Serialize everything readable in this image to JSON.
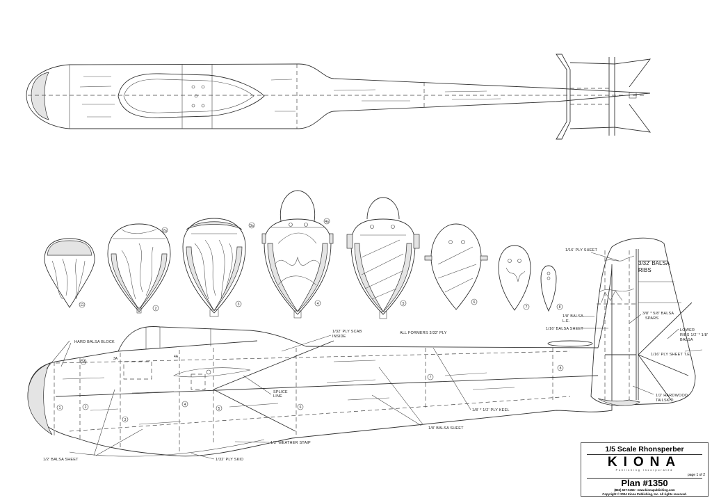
{
  "title_block": {
    "title": "1/5 Scale Rhonsperber",
    "logo": "KIONA",
    "logo_subtitle": "Publishing Incorporated",
    "page": "page 1 of 2",
    "plan": "Plan #1350",
    "contact": "(866) 627-0456 • www.kionapublishing.com",
    "copyright": "Copyright © 2004 Kiona Publishing, Inc. All rights reserved."
  },
  "formers": {
    "note": "ALL FORMERS 3/32' PLY",
    "labels": [
      "11",
      "2",
      "3",
      "4",
      "5",
      "6",
      "7",
      "8"
    ],
    "sub_labels": [
      "2a",
      "3a",
      "4a"
    ]
  },
  "side_view": {
    "station_labels": [
      "1",
      "2",
      "2A",
      "3",
      "3A",
      "4",
      "4A",
      "5",
      "6",
      "7",
      "8"
    ],
    "callouts": {
      "hard_balsa_block": "HARD BALSA  BLOCK",
      "ply_scab": "1/32' PLY SCAB",
      "ply_scab_2": "INSIDE",
      "splice": "SPLICE",
      "splice_2": "LINE",
      "balsa_sheet_half": "1/2' BALSA SHEET",
      "weather_strip": "1/2' WEATHER STAIP",
      "ply_skid": "1/32' PLY SKID",
      "balsa_sheet_eighth": "1/8' BALSA SHEET",
      "ply_keel": "1/8' * 1/2' PLY KEEL"
    }
  },
  "fin": {
    "callouts": {
      "ply_sheet": "1/16' PLY SHEET",
      "balsa_ribs": "3/32' BALSA",
      "balsa_ribs_2": "RIBS",
      "balsa_le": "1/8' BALSA",
      "balsa_le_2": "L.E.",
      "balsa_sheet": "1/16' BALSA SHEET",
      "spars": "3/8' * 5/8' BALSA",
      "spars_2": "SPARS",
      "lower_ribs": "LOWER",
      "lower_ribs_2": "RIBS 1/2' * 1/8'",
      "lower_ribs_3": "BALSA",
      "ply_te": "1/16' PLY SHEET T.E.",
      "tailskid": "1/2' HARDWOOD",
      "tailskid_2": "TAILSKID"
    }
  }
}
